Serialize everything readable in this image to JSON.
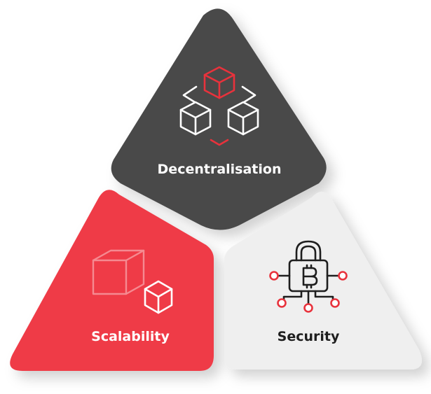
{
  "trilemma": {
    "top": {
      "label": "Decentralisation",
      "icon": "decentralized-blocks-icon",
      "fill": "#4a4a4a",
      "text_color": "#ffffff"
    },
    "left": {
      "label": "Scalability",
      "icon": "scaling-cubes-icon",
      "fill": "#ef3a46",
      "text_color": "#ffffff"
    },
    "right": {
      "label": "Security",
      "icon": "bitcoin-padlock-icon",
      "fill": "#efefef",
      "text_color": "#1e1e1e"
    },
    "accent_color": "#e8323c"
  }
}
